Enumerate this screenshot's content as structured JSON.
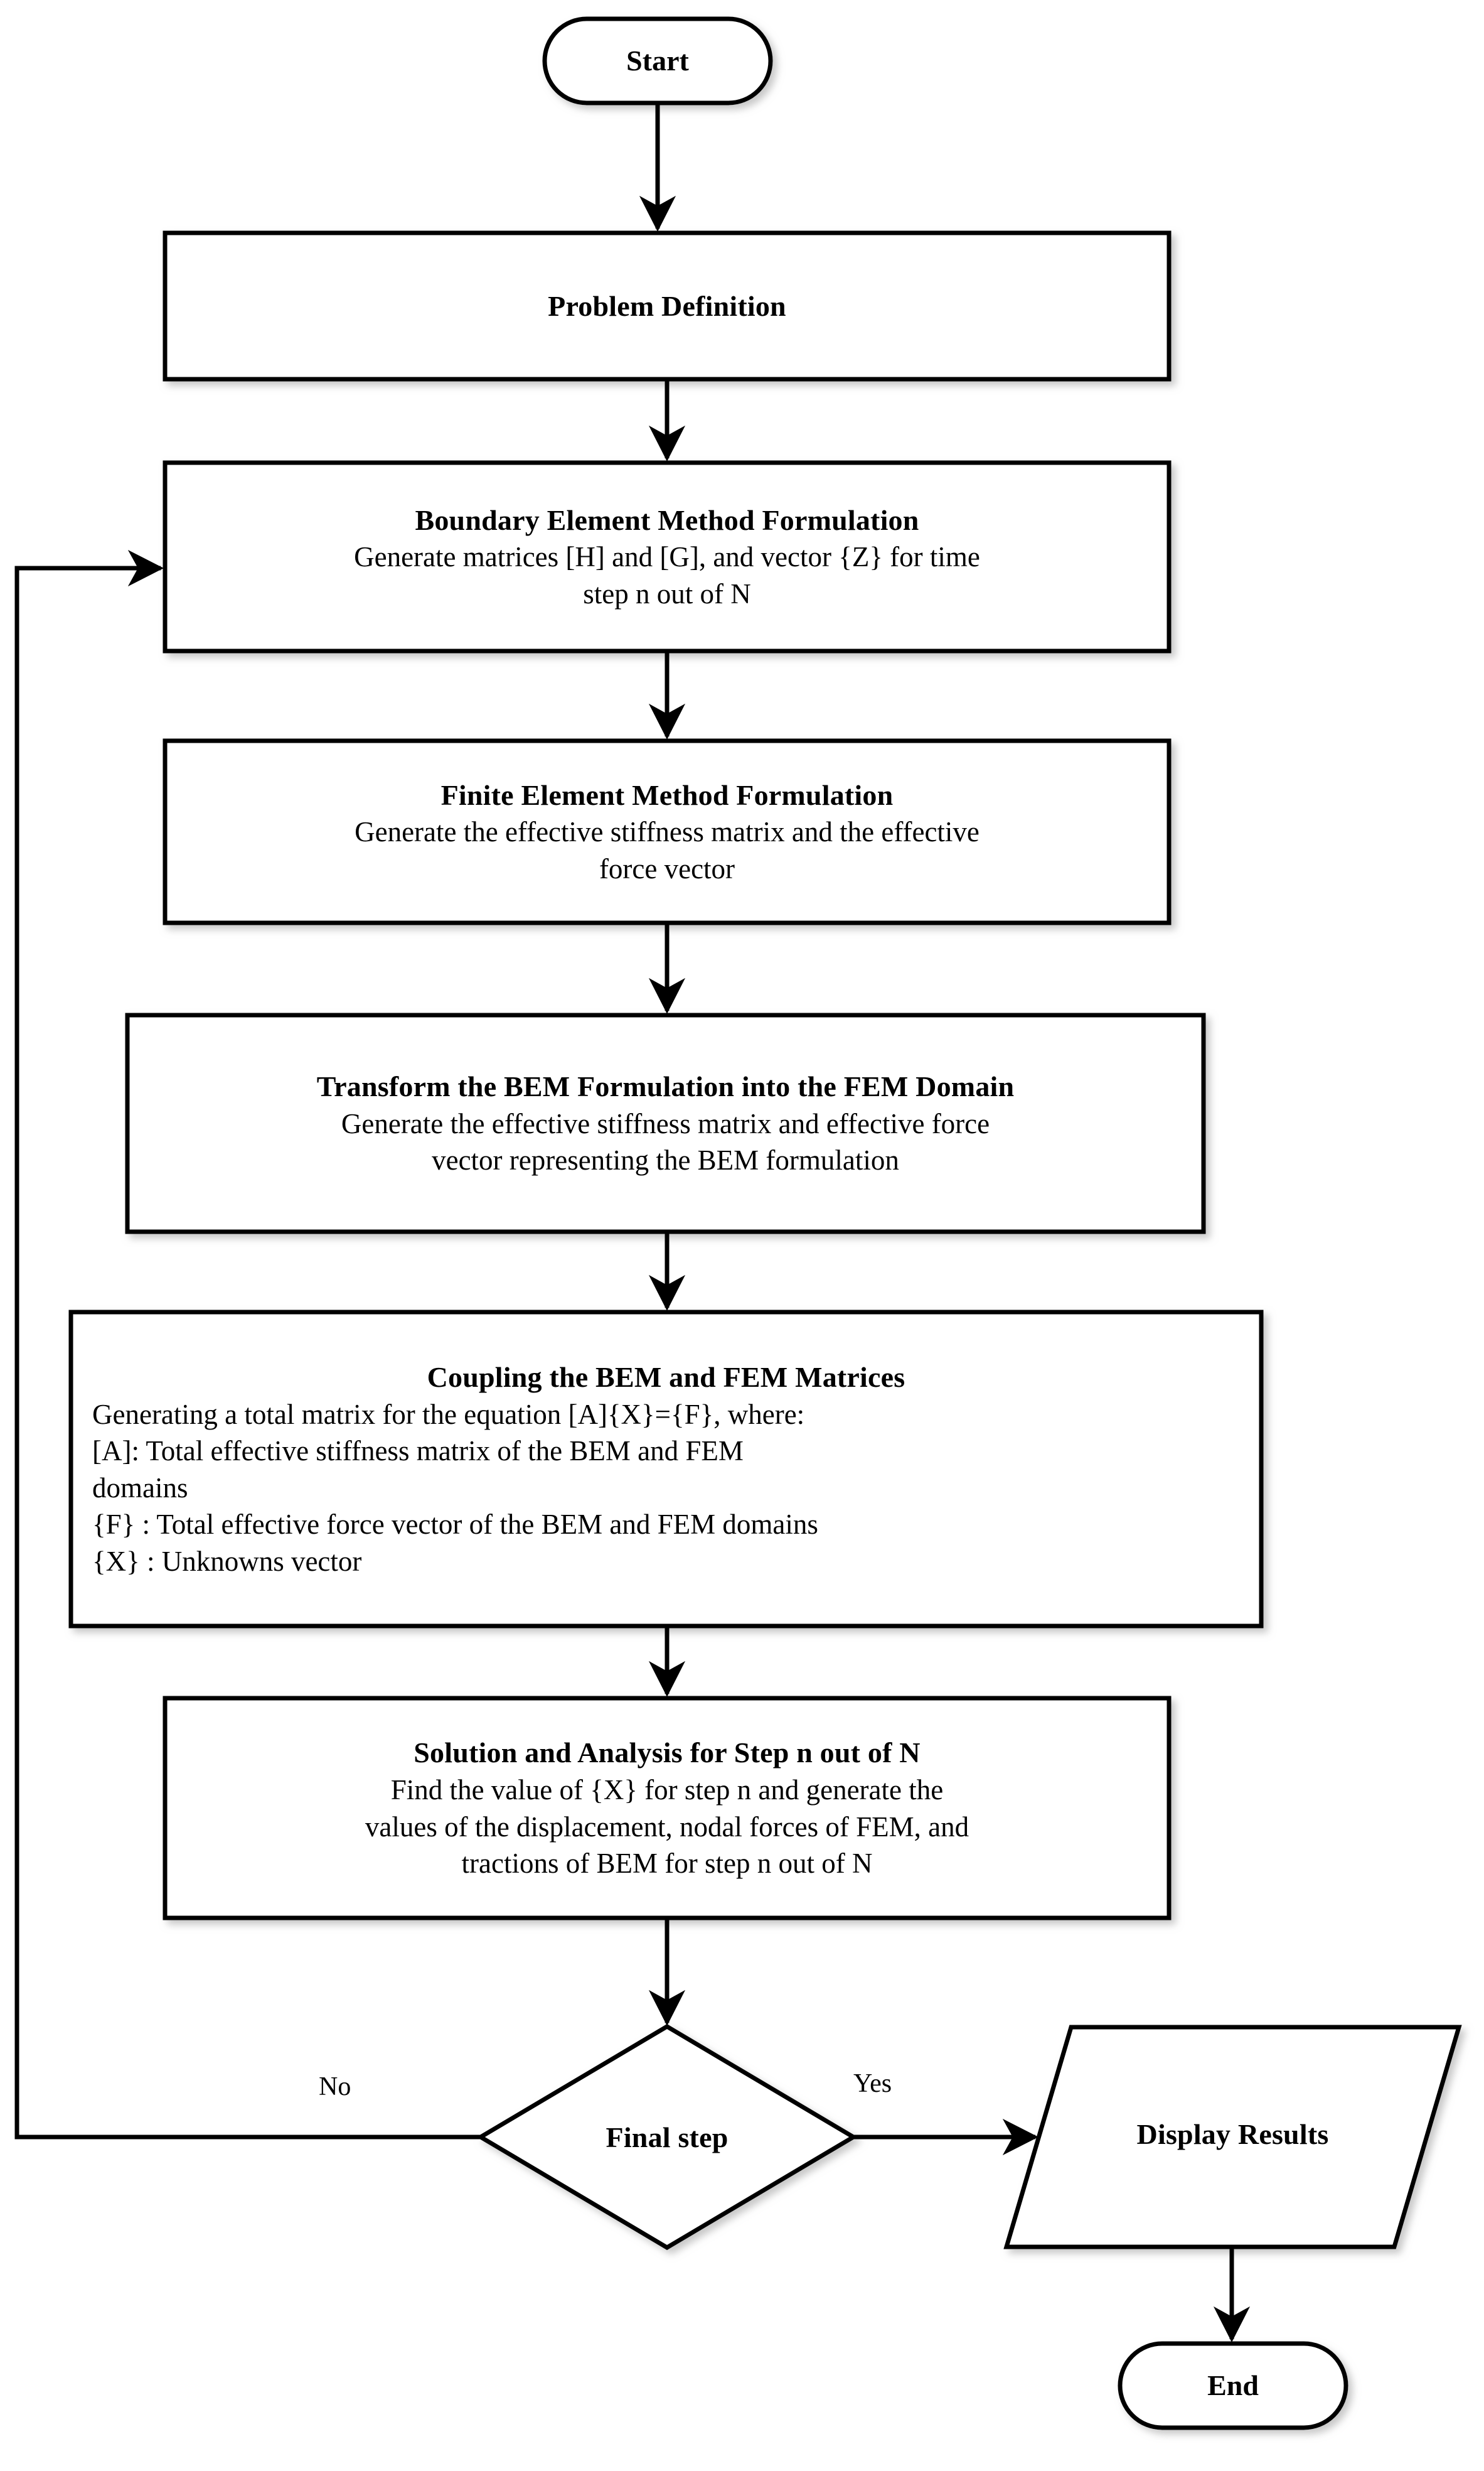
{
  "diagram": {
    "type": "flowchart",
    "orientation": "top-to-bottom",
    "background_color": "#ffffff",
    "line_color": "#000000",
    "text_color": "#000000"
  },
  "nodes": {
    "start": {
      "shape": "terminator",
      "label": "Start"
    },
    "problem_definition": {
      "shape": "process",
      "title": "Problem Definition",
      "body": []
    },
    "bem_formulation": {
      "shape": "process",
      "title": "Boundary Element Method Formulation",
      "body": [
        "Generate matrices [H] and [G], and vector {Z} for time",
        "step n out of N"
      ]
    },
    "fem_formulation": {
      "shape": "process",
      "title": "Finite Element Method Formulation",
      "body": [
        "Generate the effective stiffness matrix and the effective",
        "force vector"
      ]
    },
    "transform_bem": {
      "shape": "process",
      "title": "Transform the BEM Formulation into the FEM Domain",
      "body": [
        "Generate the effective stiffness matrix and effective force",
        "vector representing the BEM formulation"
      ]
    },
    "coupling": {
      "shape": "process",
      "title": "Coupling the BEM and FEM Matrices",
      "body": [
        "Generating a total matrix for the equation [A]{X}={F}, where:",
        "[A]: Total effective stiffness matrix of the BEM and FEM",
        "domains",
        "{F} : Total effective force vector of the BEM and FEM domains",
        "{X} : Unknowns vector"
      ]
    },
    "solution_analysis": {
      "shape": "process",
      "title": "Solution and Analysis for Step n out of N",
      "body": [
        "Find the value of {X} for step n and generate the",
        "values of the displacement, nodal forces of FEM, and",
        "tractions of BEM for step n out of N"
      ]
    },
    "final_step_decision": {
      "shape": "decision",
      "label": "Final step"
    },
    "display_results": {
      "shape": "parallelogram",
      "label": "Display Results"
    },
    "end": {
      "shape": "terminator",
      "label": "End"
    }
  },
  "edges": [
    {
      "from": "start",
      "to": "problem_definition",
      "label": ""
    },
    {
      "from": "problem_definition",
      "to": "bem_formulation",
      "label": ""
    },
    {
      "from": "bem_formulation",
      "to": "fem_formulation",
      "label": ""
    },
    {
      "from": "fem_formulation",
      "to": "transform_bem",
      "label": ""
    },
    {
      "from": "transform_bem",
      "to": "coupling",
      "label": ""
    },
    {
      "from": "coupling",
      "to": "solution_analysis",
      "label": ""
    },
    {
      "from": "solution_analysis",
      "to": "final_step_decision",
      "label": ""
    },
    {
      "from": "final_step_decision",
      "to": "bem_formulation",
      "label": "No"
    },
    {
      "from": "final_step_decision",
      "to": "display_results",
      "label": "Yes"
    },
    {
      "from": "display_results",
      "to": "end",
      "label": ""
    }
  ],
  "edge_labels": {
    "no": "No",
    "yes": "Yes"
  }
}
